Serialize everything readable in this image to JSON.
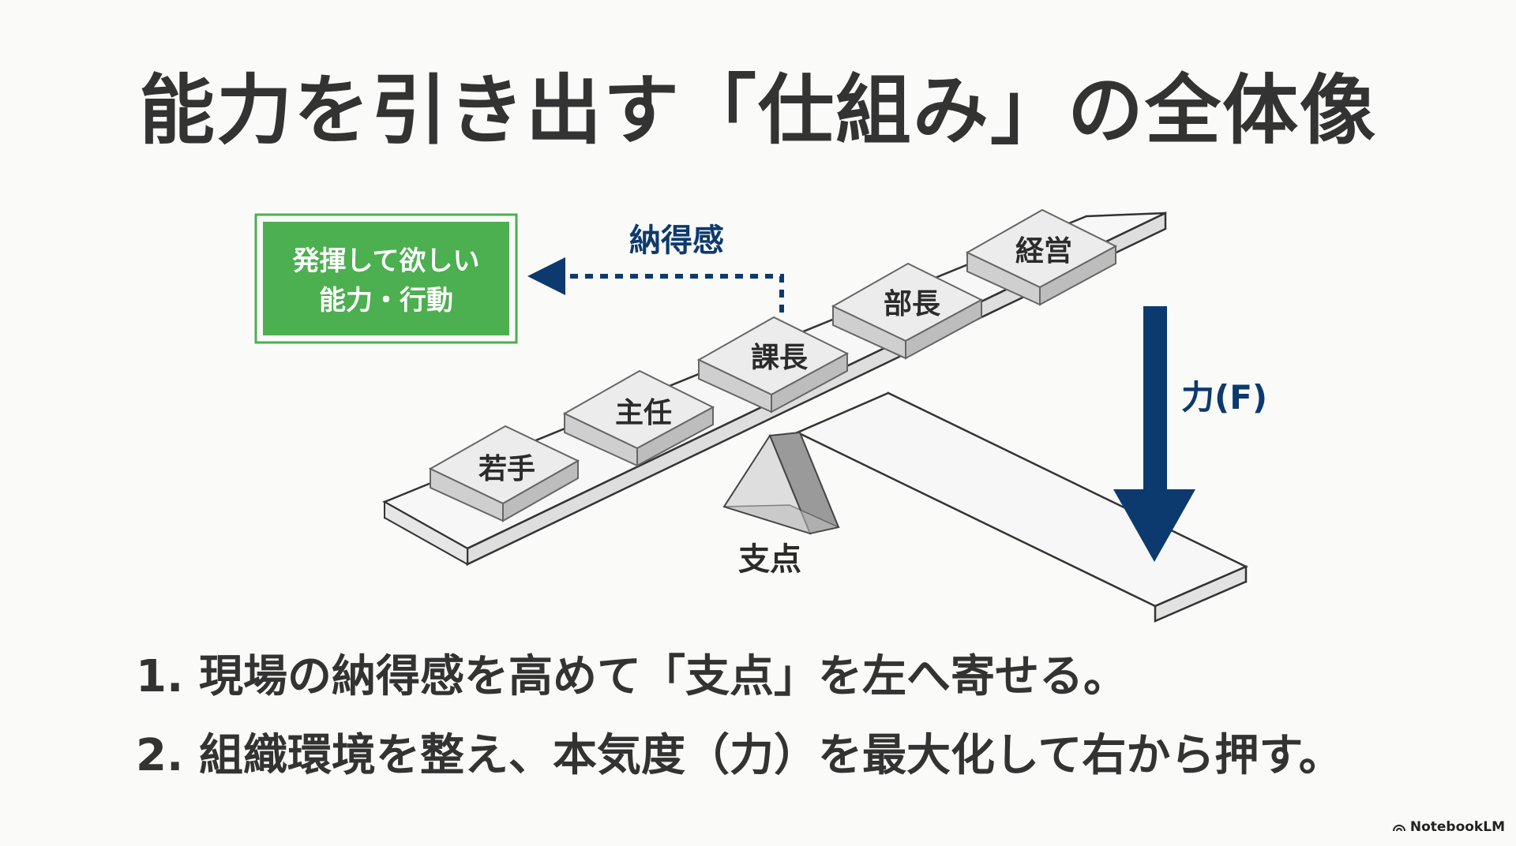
{
  "title": "能力を引き出す「仕組み」の全体像",
  "diagram": {
    "target_box": [
      "発揮して欲しい",
      "能力・行動"
    ],
    "arrow_label": "納得感",
    "force_label": "力(F)",
    "fulcrum_label": "支点",
    "blocks": [
      "若手",
      "主任",
      "課長",
      "部長",
      "経営"
    ],
    "colors": {
      "target_fill": "#4caf50",
      "arrow": "#0d3a6e",
      "board_fill": "#f4f4f4",
      "block_fill": "#e8e8e8",
      "outline": "#333333"
    }
  },
  "steps": [
    {
      "num": "1.",
      "text": "現場の納得感を高めて「支点」を左へ寄せる。"
    },
    {
      "num": "2.",
      "text": "組織環境を整え、本気度（力）を最大化して右から押す。"
    }
  ],
  "brand": {
    "name": "NotebookLM",
    "icon": "notebooklm-logo-icon"
  }
}
